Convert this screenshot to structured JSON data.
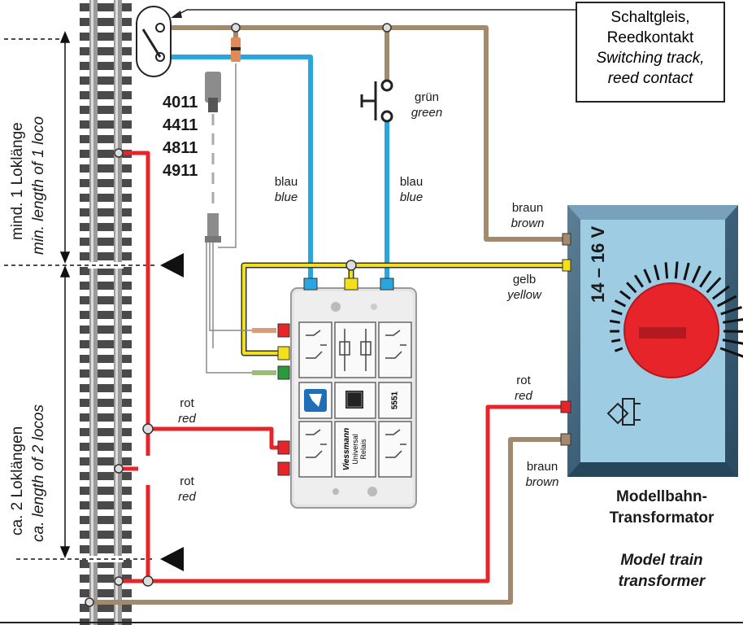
{
  "callout": {
    "line1": "Schaltgleis,",
    "line2": "Reedkontakt",
    "line3": "Switching track,",
    "line4": "reed contact"
  },
  "signal_models": [
    "4011",
    "4411",
    "4811",
    "4911"
  ],
  "wires": {
    "blue_left_de": "blau",
    "blue_left_en": "blue",
    "blue_right_de": "blau",
    "blue_right_en": "blue",
    "green_de": "grün",
    "green_en": "green",
    "brown_top_de": "braun",
    "brown_top_en": "brown",
    "yellow_de": "gelb",
    "yellow_en": "yellow",
    "red_trans_de": "rot",
    "red_trans_en": "red",
    "red_mid1_de": "rot",
    "red_mid1_en": "red",
    "red_mid2_de": "rot",
    "red_mid2_en": "red",
    "brown_bottom_de": "braun",
    "brown_bottom_en": "brown"
  },
  "distances": {
    "top_de": "mind. 1 Loklänge",
    "top_en": "min. length of 1 loco",
    "bottom_de": "ca. 2 Loklängen",
    "bottom_en": "ca. length of 2 locos"
  },
  "relay": {
    "brand": "Viessmann",
    "name_line1": "Universal",
    "name_line2": "Relais",
    "model": "5551"
  },
  "transformer": {
    "voltage": "14 – 16 V",
    "title_de_line1": "Modellbahn-",
    "title_de_line2": "Transformator",
    "title_en_line1": "Model train",
    "title_en_line2": "transformer"
  },
  "colors": {
    "blue_wire": "#29a6e0",
    "brown_wire": "#a38a6c",
    "red_wire": "#e8242b",
    "yellow_wire": "#f2e01c",
    "transformer_body": "#9ecce3",
    "knob": "#e8242b"
  }
}
